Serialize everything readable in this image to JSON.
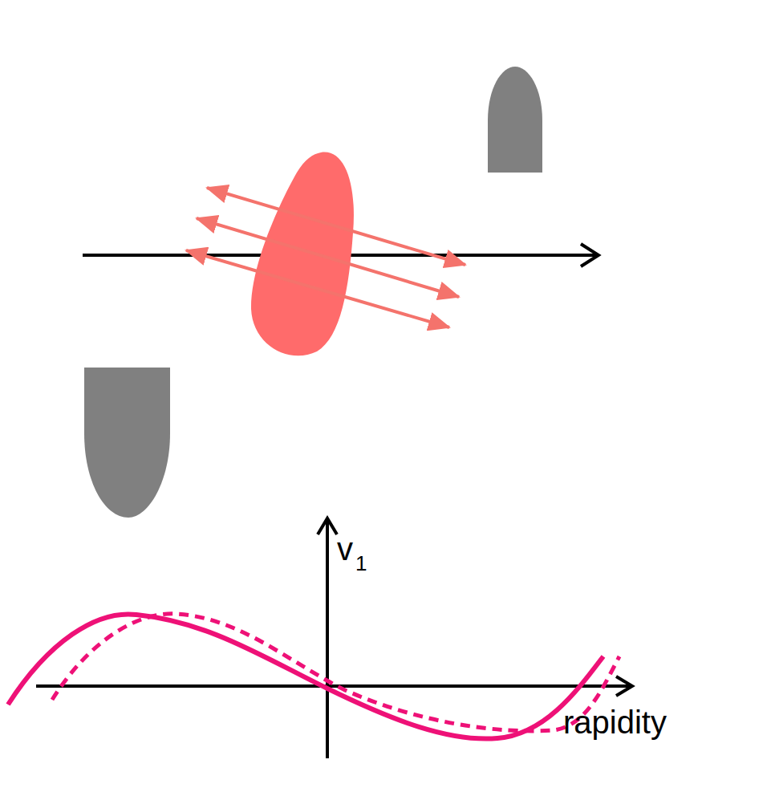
{
  "diagram": {
    "labels": [
      "v",
      "1",
      "rapidity"
    ]
  }
}
